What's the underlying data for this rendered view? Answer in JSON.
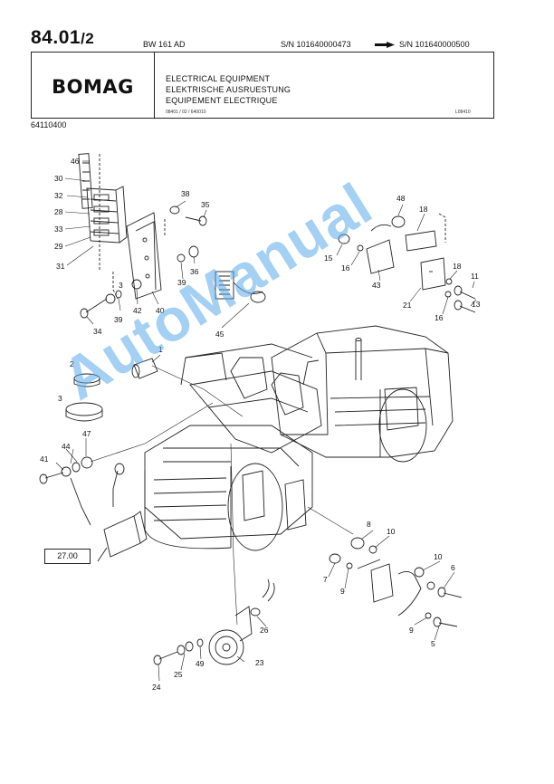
{
  "header": {
    "page_number": "84.01",
    "page_suffix": "/2",
    "model": "BW 161 AD",
    "serial_from": "S/N 101640000473",
    "serial_to": "S/N 101640000500",
    "brand": "BOMAG",
    "titles": [
      "ELECTRICAL EQUIPMENT",
      "ELEKTRISCHE AUSRUESTUNG",
      "EQUIPEMENT ELECTRIQUE"
    ],
    "doc_code": "08401 / 02 / 640010",
    "drawing_code": "L08410",
    "part_number": "64110400"
  },
  "diagram": {
    "callouts": [
      "1",
      "2",
      "3",
      "3",
      "5",
      "6",
      "7",
      "8",
      "9",
      "9",
      "10",
      "10",
      "11",
      "13",
      "15",
      "16",
      "16",
      "18",
      "18",
      "21",
      "23",
      "24",
      "25",
      "26",
      "28",
      "29",
      "30",
      "31",
      "32",
      "33",
      "34",
      "35",
      "36",
      "38",
      "39",
      "39",
      "40",
      "41",
      "42",
      "43",
      "44",
      "45",
      "46",
      "47",
      "48",
      "49"
    ],
    "reference_box": "27.00"
  },
  "watermark": "AutoManual"
}
